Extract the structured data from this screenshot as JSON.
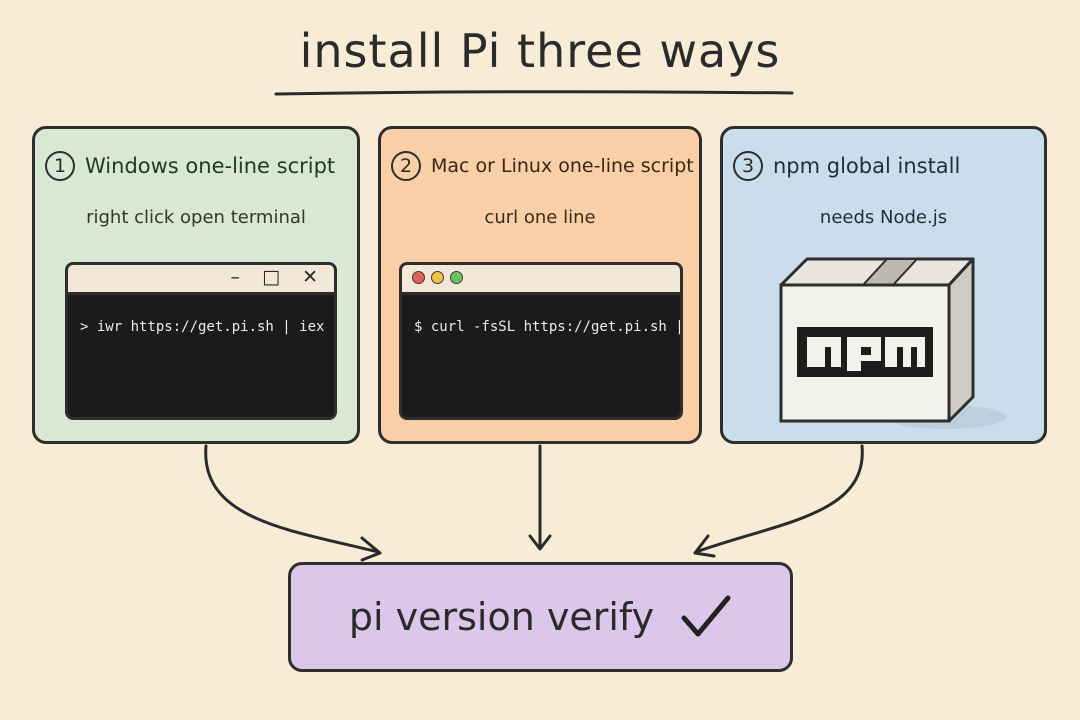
{
  "title": "install Pi three ways",
  "colors": {
    "background": "#f9ecd7",
    "windows_card": "#d9e8d2",
    "mac_card": "#f8cfa6",
    "npm_card": "#c9deea",
    "verify_box": "#dcc7ea",
    "terminal": "#1b1b1b",
    "npm_logo": "#1c1c1c"
  },
  "methods": [
    {
      "number": "1",
      "title": "Windows one-line script",
      "subtitle": "right click open terminal",
      "window_controls": "– □ ✕",
      "command": "> iwr https://get.pi.sh | iex"
    },
    {
      "number": "2",
      "title": "Mac or Linux one-line script",
      "subtitle": "curl  one line",
      "window_dots": [
        "#e4605a",
        "#f0c24c",
        "#6cc163"
      ],
      "command": "$ curl -fsSL https://get.pi.sh | sh"
    },
    {
      "number": "3",
      "title": "npm global install",
      "subtitle": "needs  Node.js",
      "icon": "npm-package-box-icon"
    }
  ],
  "verify": {
    "label": "pi  version verify",
    "icon": "checkmark-icon"
  }
}
